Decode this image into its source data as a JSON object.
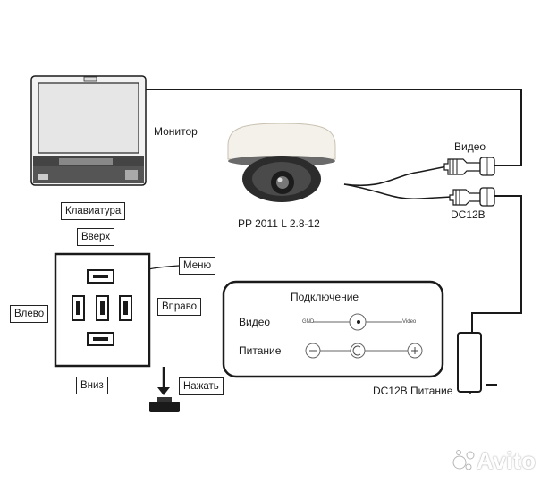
{
  "labels": {
    "monitor": "Монитор",
    "camera_model": "PP 2011 L 2.8-12",
    "video": "Видео",
    "dc12b": "DC12B",
    "keyboard": "Клавиатура",
    "up": "Вверх",
    "menu": "Меню",
    "left": "Влево",
    "right": "Вправо",
    "down": "Вниз",
    "press": "Нажать",
    "power_supply": "DC12B Питание"
  },
  "connection_panel": {
    "title": "Подключение",
    "video_row": "Видео",
    "power_row": "Питание",
    "gnd": "GND",
    "video_small": "Video"
  },
  "watermark": "Avito",
  "colors": {
    "line": "#1a1a1a",
    "background": "#ffffff"
  }
}
